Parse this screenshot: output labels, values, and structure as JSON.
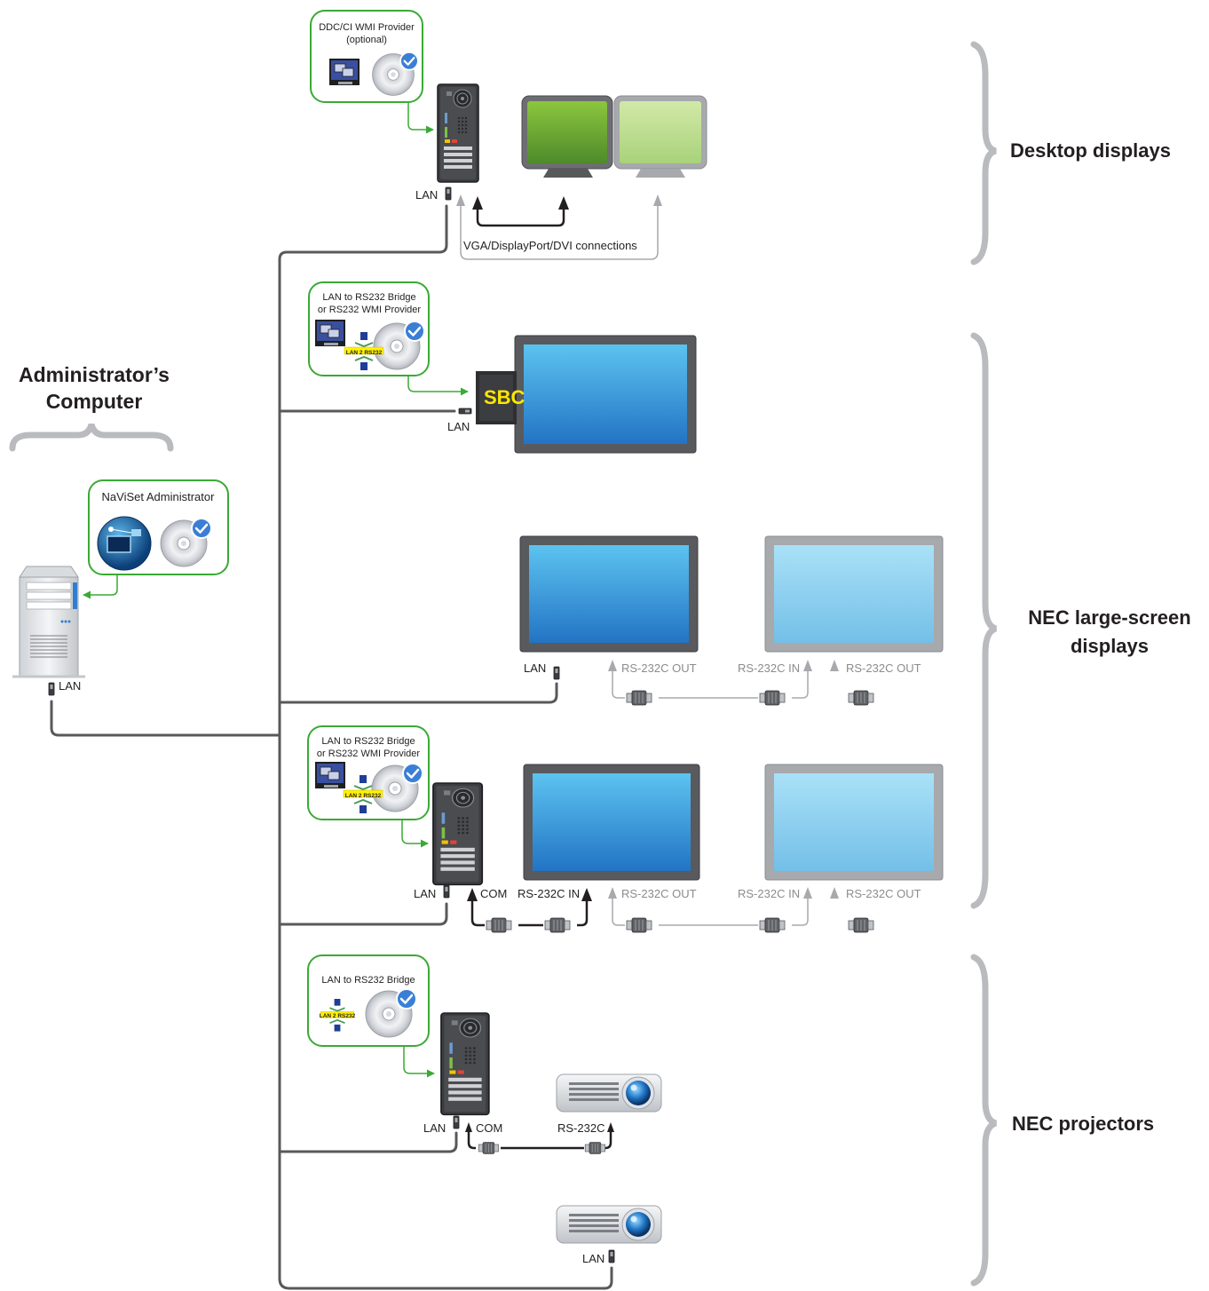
{
  "administrator": {
    "title_line1": "Administrator’s",
    "title_line2": "Computer",
    "software_label": "NaViSet Administrator",
    "lan_label": "LAN"
  },
  "groups": {
    "desktop": "Desktop displays",
    "large_line1": "NEC large-screen",
    "large_line2": "displays",
    "projectors": "NEC projectors"
  },
  "desktop_row": {
    "software_label_line1": "DDC/CI WMI Provider",
    "software_label_line2": "(optional)",
    "lan_label": "LAN",
    "connections_label": "VGA/DisplayPort/DVI connections"
  },
  "sbc_row": {
    "software_label_line1": "LAN to RS232 Bridge",
    "software_label_line2": "or RS232 WMI Provider",
    "badge": "LAN 2 RS232",
    "sbc_text": "SBC",
    "lan_label": "LAN"
  },
  "lan_display_row": {
    "lan_label": "LAN",
    "rs232_out_1": "RS-232C OUT",
    "rs232_in_2": "RS-232C IN",
    "rs232_out_2": "RS-232C OUT"
  },
  "com_display_row": {
    "software_label_line1": "LAN to RS232 Bridge",
    "software_label_line2": "or RS232 WMI Provider",
    "badge": "LAN 2 RS232",
    "lan_label": "LAN",
    "com_label": "COM",
    "rs232_in_1": "RS-232C IN",
    "rs232_out_1": "RS-232C OUT",
    "rs232_in_2": "RS-232C IN",
    "rs232_out_2": "RS-232C OUT"
  },
  "projector_com_row": {
    "software_label": "LAN to RS232 Bridge",
    "badge": "LAN 2 RS232",
    "lan_label": "LAN",
    "com_label": "COM",
    "rs232_label": "RS-232C"
  },
  "projector_lan_row": {
    "lan_label": "LAN"
  },
  "colors": {
    "green_border": "#3aaa35",
    "dark_line": "#58595b",
    "gray_line": "#a7a9ac",
    "screen_blue": "#2b8fd8",
    "screen_light_blue": "#8fd3f2",
    "desktop_green": "#6aa532"
  }
}
